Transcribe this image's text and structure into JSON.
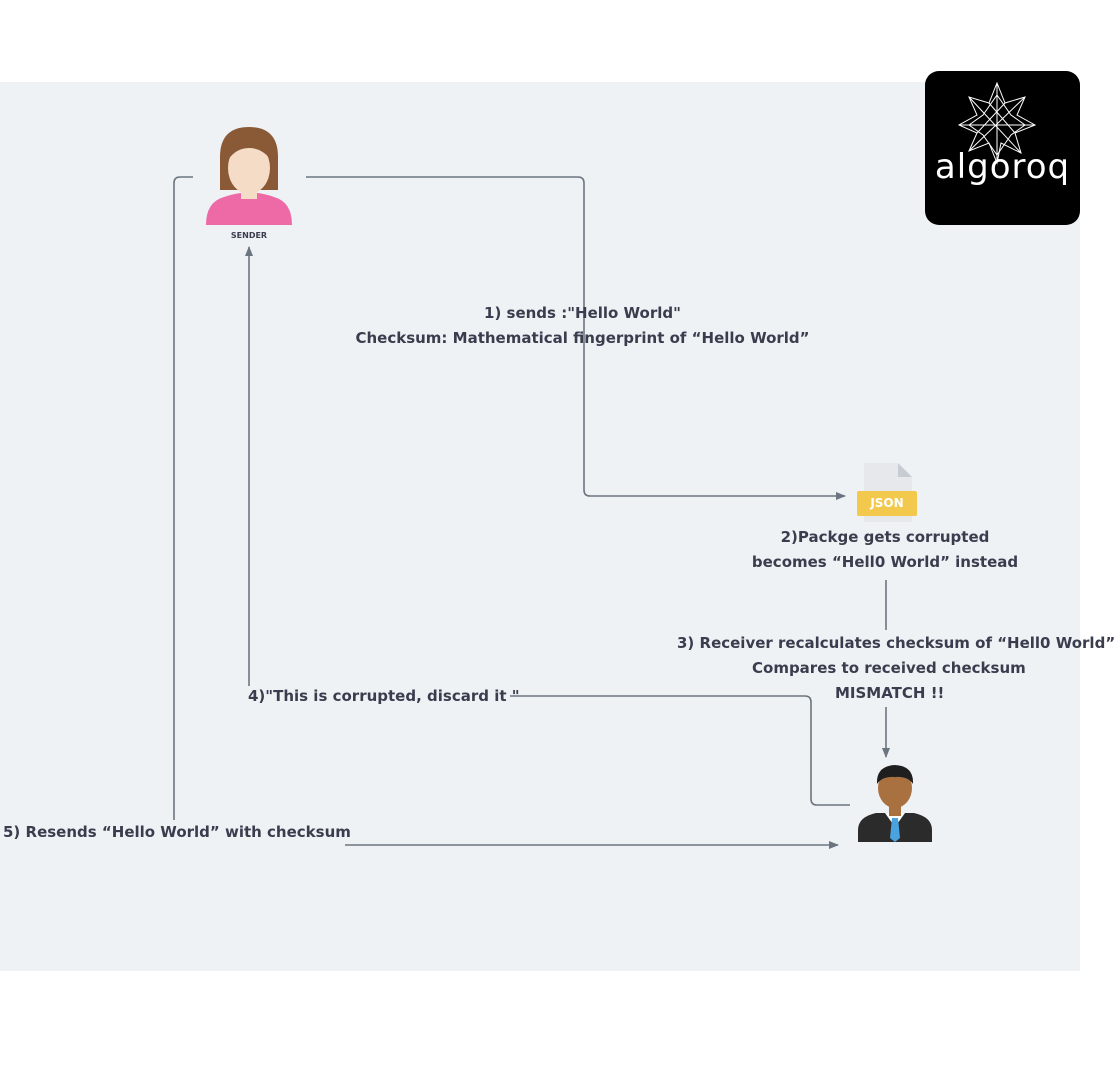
{
  "logo": {
    "text": "algoroq"
  },
  "sender": {
    "caption": "SENDER"
  },
  "file": {
    "badge": "JSON"
  },
  "steps": {
    "s1_line1": "1) sends :\"Hello World\"",
    "s1_line2": "Checksum: Mathematical fingerprint of “Hello World”",
    "s2_line1": "2)Packge  gets corrupted",
    "s2_line2": "becomes “Hell0 World” instead",
    "s3_line1": "3) Receiver recalculates checksum of “Hell0 World”",
    "s3_line2": "Compares to received checksum",
    "s3_line3": "MISMATCH !!",
    "s4": "4)\"This is corrupted, discard it \"",
    "s5": "5)  Resends “Hello World” with checksum"
  },
  "colors": {
    "line": "#6b7580",
    "canvas": "#eff2f5",
    "text": "#3a3d4d",
    "sender_shirt": "#ee6aa7",
    "sender_hair": "#8a5a36",
    "skin": "#f5dcc6",
    "receiver_skin": "#a8713f",
    "receiver_suit": "#2b2b2b",
    "tie": "#4aa3df",
    "json_badge": "#f2c94c"
  }
}
